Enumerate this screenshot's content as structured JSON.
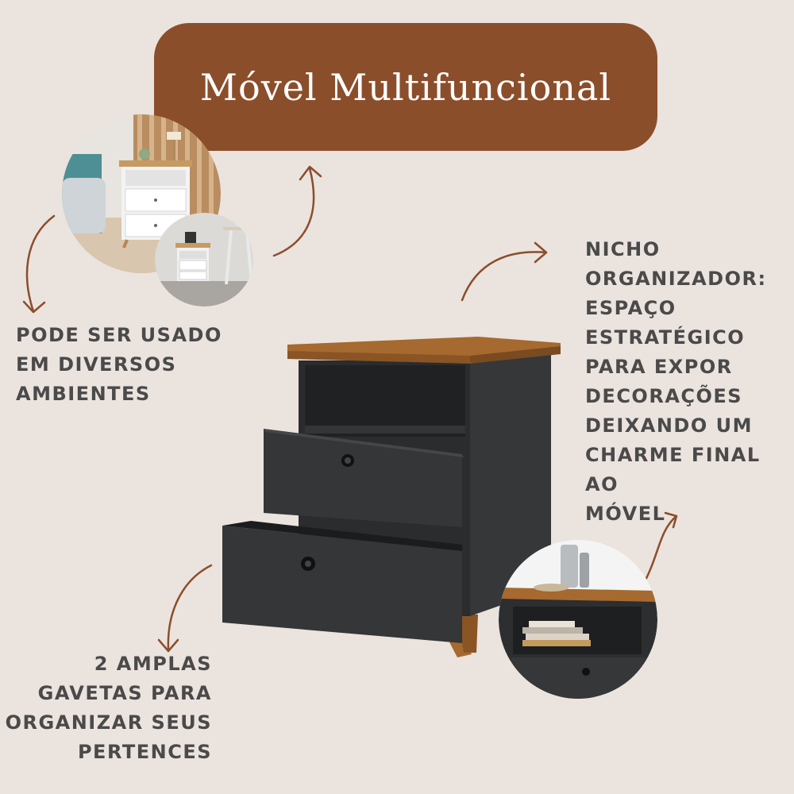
{
  "banner": {
    "title": "Móvel Multifuncional",
    "color": "#8b4e2b"
  },
  "captions": {
    "left": "PODE SER USADO\nEM DIVERSOS\nAMBIENTES",
    "right": "NICHO\nORGANIZADOR:\nESPAÇO\nESTRATÉGICO\nPARA EXPOR\nDECORAÇÕES\nDEIXANDO UM\nCHARME FINAL AO\nMÓVEL",
    "bottom": "2 AMPLAS\nGAVETAS PARA\nORGANIZAR SEUS\nPERTENCES"
  },
  "colors": {
    "background": "#ebe3de",
    "text": "#4a4a4a",
    "arrow": "#8b4e2b",
    "furniture_body": "#2f3133",
    "wood_top": "#a6692f"
  },
  "icons": [
    "curved-arrow-icon"
  ]
}
